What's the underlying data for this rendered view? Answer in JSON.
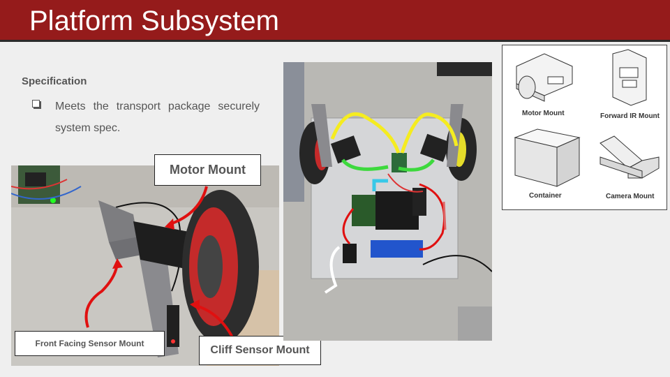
{
  "slide": {
    "title": "Platform Subsystem",
    "spec_heading": "Specification",
    "bullets": [
      "Meets the transport package securely system spec."
    ]
  },
  "left_photo": {
    "labels": {
      "motor_mount": "Motor Mount",
      "front_sensor_mount": "Front Facing Sensor Mount",
      "cliff_sensor_mount": "Cliff Sensor Mount"
    }
  },
  "cad_panel": {
    "labels": {
      "motor_mount": "Motor Mount",
      "forward_ir_mount": "Forward IR Mount",
      "container": "Container",
      "camera_mount": "Camera Mount"
    }
  },
  "colors": {
    "title_bar": "#951b1b",
    "arrow_red": "#e01010",
    "yellow": "#f5ec20",
    "green": "#3dd93d",
    "cyan": "#38c8e8"
  }
}
